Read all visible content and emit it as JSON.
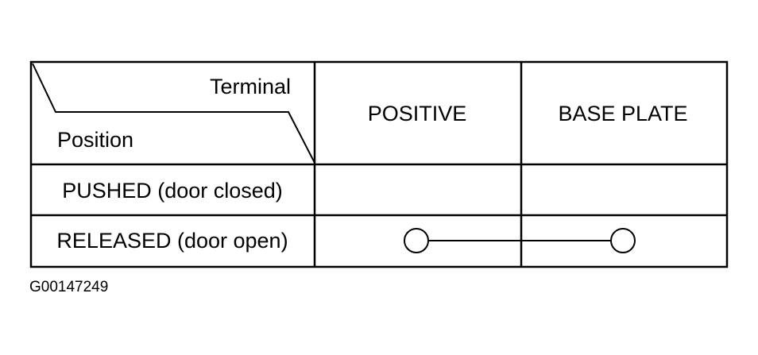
{
  "table": {
    "header": {
      "terminal_label": "Terminal",
      "position_label": "Position",
      "columns": [
        "POSITIVE",
        "BASE PLATE"
      ]
    },
    "rows": [
      {
        "label": "PUSHED (door closed)",
        "continuity": false
      },
      {
        "label": "RELEASED (door open)",
        "continuity": true
      }
    ]
  },
  "figure_code": "G00147249"
}
